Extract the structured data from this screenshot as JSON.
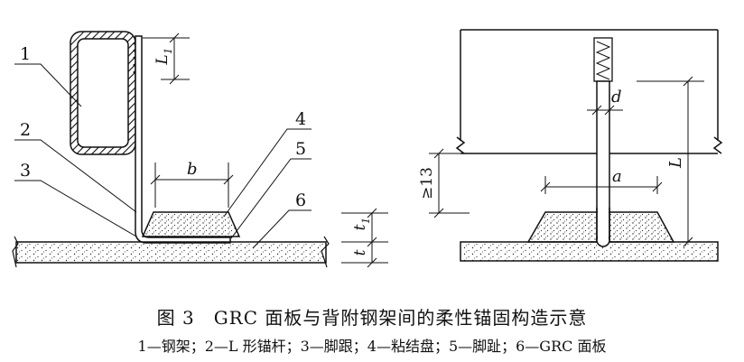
{
  "figure": {
    "left": {
      "callouts": [
        "1",
        "2",
        "3",
        "4",
        "5",
        "6"
      ],
      "dims": {
        "L1": "L",
        "L1_sub": "1",
        "b": "b",
        "t1": "t",
        "t1_sub": "1",
        "t": "t"
      }
    },
    "right": {
      "dims": {
        "d": "d",
        "a": "a",
        "L": "L",
        "min13": "≥13"
      }
    }
  },
  "caption": {
    "title": "图 3　GRC 面板与背附钢架间的柔性锚固构造示意",
    "legend": "1—钢架；2—L 形锚杆；3—脚跟；4—粘结盘；5—脚趾；6—GRC 面板"
  },
  "colors": {
    "ink": "#111111",
    "paper": "#ffffff"
  }
}
